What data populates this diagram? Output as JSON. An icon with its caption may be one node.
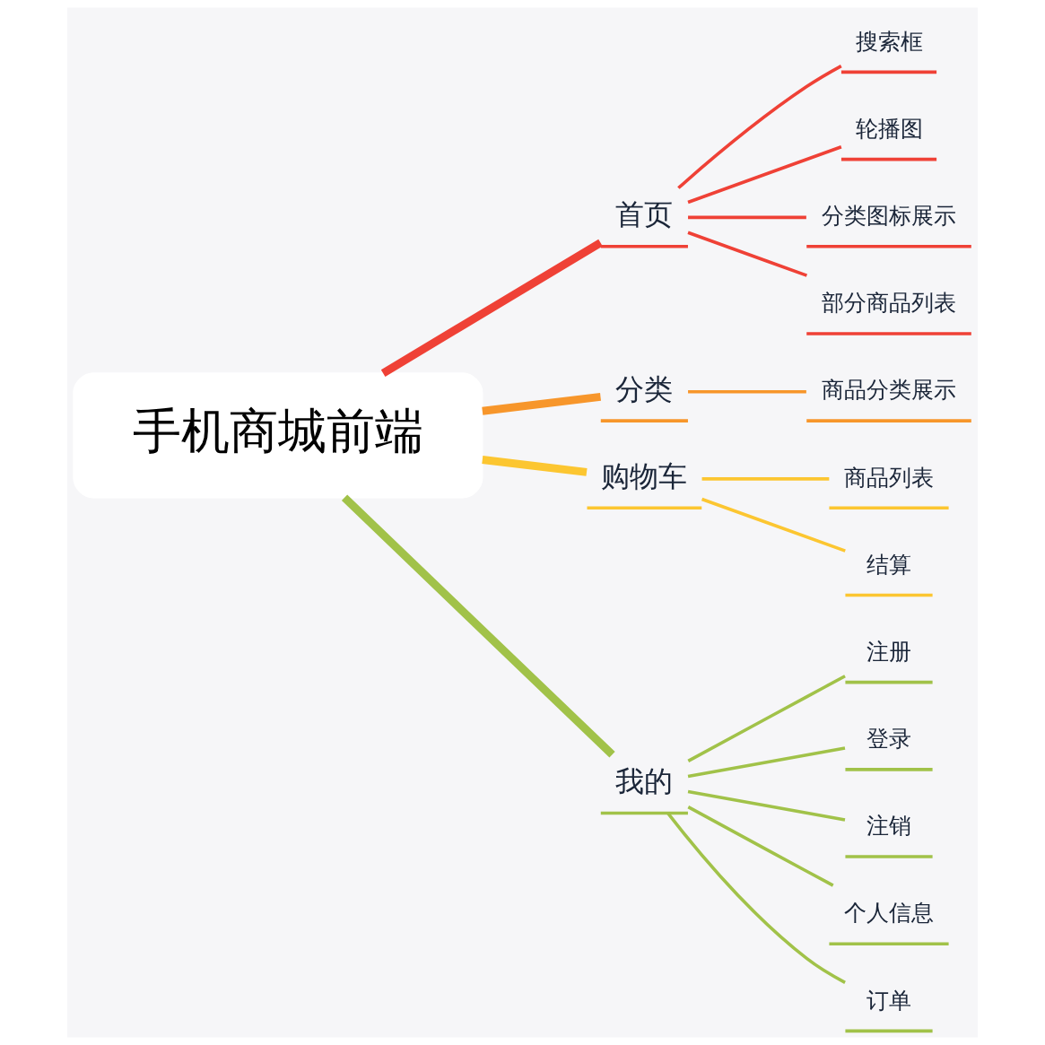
{
  "diagram": {
    "nodes": [
      {
        "text": [
          "手机商城前端"
        ]
      },
      {
        "text": [
          "首页"
        ]
      },
      {
        "text": [
          "搜索框"
        ]
      },
      {
        "text": [
          "轮播图"
        ]
      },
      {
        "text": [
          "分类图标展示"
        ]
      },
      {
        "text": [
          "部分商品列表"
        ]
      },
      {
        "text": [
          "分类"
        ]
      },
      {
        "text": [
          "商品分类展示"
        ]
      },
      {
        "text": [
          "购物车"
        ]
      },
      {
        "text": [
          "商品列表"
        ]
      },
      {
        "text": [
          "结算"
        ]
      },
      {
        "text": [
          "我的"
        ]
      },
      {
        "text": [
          "注册"
        ]
      },
      {
        "text": [
          "登录"
        ]
      },
      {
        "text": [
          "注销"
        ]
      },
      {
        "text": [
          "个人信息"
        ]
      },
      {
        "text": [
          "订单"
        ]
      }
    ],
    "edges": [
      {
        "from": 0,
        "to": 1,
        "arrow": "none",
        "style": "thick",
        "color": "#ef4136"
      },
      {
        "from": 1,
        "to": 2,
        "arrow": "none",
        "color": "#ef4136"
      },
      {
        "from": 1,
        "to": 3,
        "arrow": "none",
        "color": "#ef4136"
      },
      {
        "from": 1,
        "to": 4,
        "arrow": "none",
        "color": "#ef4136"
      },
      {
        "from": 1,
        "to": 5,
        "arrow": "none",
        "color": "#ef4136"
      },
      {
        "from": 0,
        "to": 6,
        "arrow": "none",
        "style": "thick",
        "color": "#f7962b"
      },
      {
        "from": 6,
        "to": 7,
        "arrow": "none",
        "color": "#f7962b"
      },
      {
        "from": 0,
        "to": 8,
        "arrow": "none",
        "style": "thick",
        "color": "#fcc631"
      },
      {
        "from": 8,
        "to": 9,
        "arrow": "none",
        "color": "#fcc631"
      },
      {
        "from": 8,
        "to": 10,
        "arrow": "none",
        "color": "#fcc631"
      },
      {
        "from": 0,
        "to": 11,
        "arrow": "none",
        "style": "thick",
        "color": "#a1c249"
      },
      {
        "from": 11,
        "to": 12,
        "arrow": "none",
        "color": "#a1c249"
      },
      {
        "from": 11,
        "to": 13,
        "arrow": "none",
        "color": "#a1c249"
      },
      {
        "from": 11,
        "to": 14,
        "arrow": "none",
        "color": "#a1c249"
      },
      {
        "from": 11,
        "to": 15,
        "arrow": "none",
        "color": "#a1c249"
      },
      {
        "from": 11,
        "to": 16,
        "arrow": "none",
        "color": "#a1c249"
      }
    ]
  }
}
